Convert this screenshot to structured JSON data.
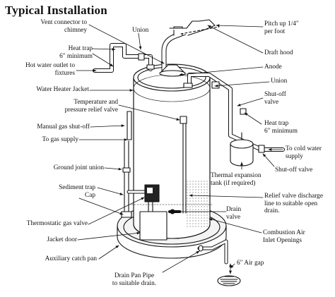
{
  "title": "Typical Installation",
  "labels": {
    "vent_connector": "Vent connector to\nchimney",
    "union_top": "Union",
    "heat_trap_left": "Heat trap\n6\" minimum",
    "hot_water_outlet": "Hot water outlet to\nfixtures",
    "water_heater_jacket": "Water Heater Jacket",
    "temp_pressure_valve": "Temperature and\npressure relief valve",
    "manual_gas_shutoff": "Manual gas shut-off",
    "to_gas_supply": "To gas supply",
    "ground_joint_union": "Ground joint union",
    "sediment_trap": "Sediment trap\nCap",
    "thermostatic_gas_valve": "Thermostatic gas valve",
    "jacket_door": "Jacket door",
    "auxiliary_catch_pan": "Auxiliary catch pan",
    "drain_pan_pipe": "Drain Pan Pipe\nto suitable drain.",
    "pitch_up": "Pitch up 1/4\"\nper foot",
    "draft_hood": "Draft hood",
    "anode": "Anode",
    "union_right": "Union",
    "shutoff_valve": "Shut-off\nvalve",
    "heat_trap_right": "Heat trap\n6\" minimum",
    "cold_water_supply": "To cold water\nsupply",
    "shutoff_valve_bottom": "Shut-off valve",
    "thermal_expansion_tank": "Thermal expansion\ntank (if required)",
    "relief_valve_discharge": "Relief valve discharge\nline to suitable open\ndrain.",
    "drain_valve": "Drain\nvalve",
    "combustion_air": "Combustion Air\nInlet Openings",
    "air_gap": "6\" Air gap"
  }
}
